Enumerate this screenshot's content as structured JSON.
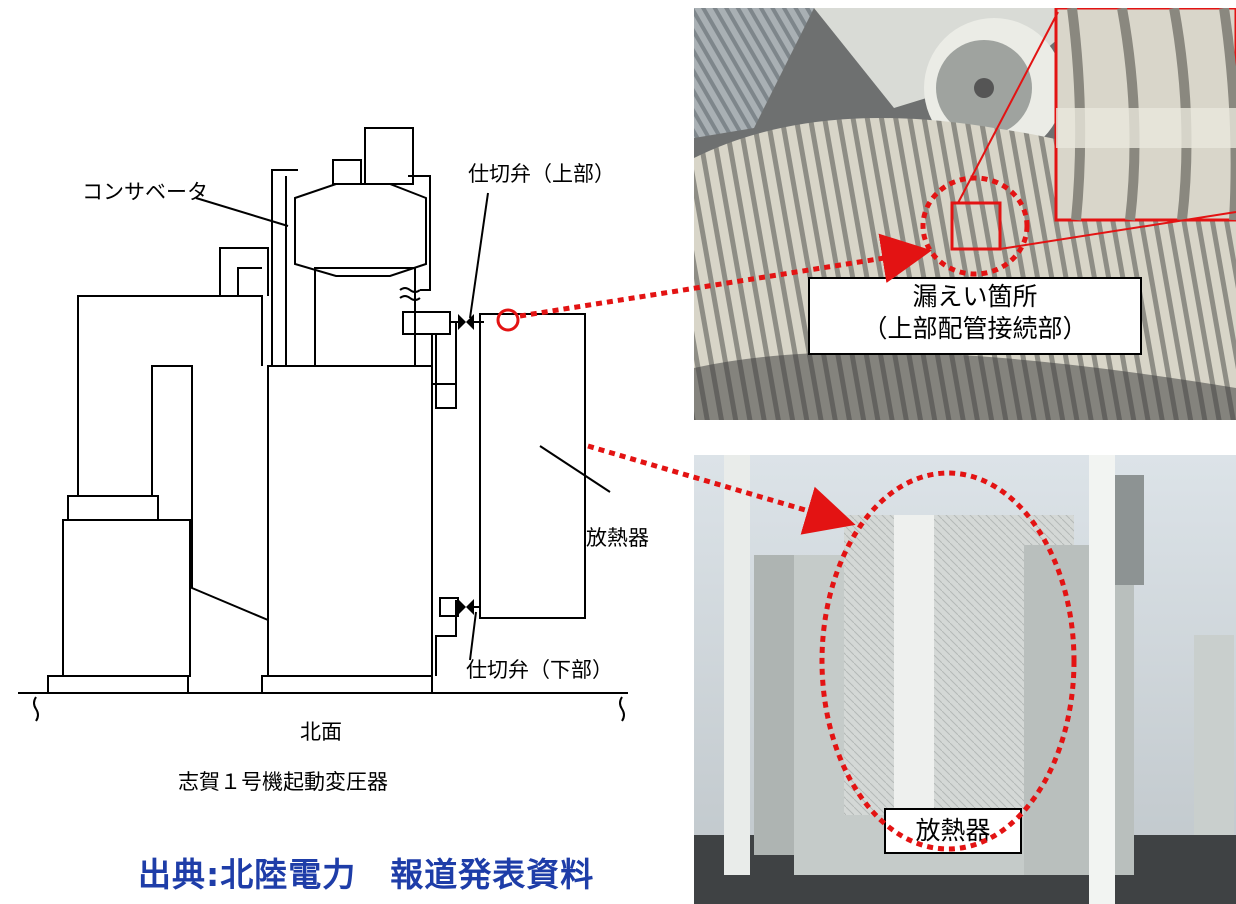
{
  "diagram": {
    "labels": {
      "conservator": "コンサベータ",
      "gate_valve_upper": "仕切弁（上部）",
      "radiator": "放熱器",
      "gate_valve_lower": "仕切弁（下部）",
      "north_face": "北面",
      "caption": "志賀１号機起動変圧器"
    }
  },
  "photos": {
    "top": {
      "callout": [
        "漏えい箇所",
        "（上部配管接続部）"
      ]
    },
    "bottom": {
      "callout": "放熱器"
    }
  },
  "source": "出典:北陸電力　報道発表資料",
  "colors": {
    "marker_red": "#e31313",
    "source_blue": "#1e3da8"
  }
}
